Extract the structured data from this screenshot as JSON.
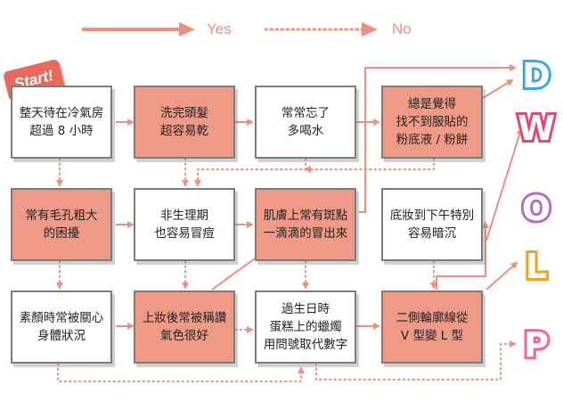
{
  "legend": {
    "yes": "Yes",
    "no": "No"
  },
  "start": "Start!",
  "nodes": {
    "n1": "整天待在冷氣房\n超過 8 小時",
    "n2": "洗完頭髮\n超容易乾",
    "n3": "常常忘了\n多喝水",
    "n4": "總是覺得\n找不到服貼的\n粉底液 / 粉餅",
    "n5": "常有毛孔粗大\n的困擾",
    "n6": "非生理期\n也容易冒痘",
    "n7": "肌膚上常有斑點\n一滴滴的冒出來",
    "n8": "底妝到下午特別\n容易暗沉",
    "n9": "素顏時常被關心\n身體狀況",
    "n10": "上妝後常被稱讚\n氣色很好",
    "n11": "過生日時\n蛋糕上的蠟燭\n用問號取代數字",
    "n12": "二側輪廓線從\nV 型變 L 型"
  },
  "results": [
    {
      "letter": "D",
      "color": "#3aa8e8"
    },
    {
      "letter": "W",
      "color": "#e04a6e"
    },
    {
      "letter": "O",
      "color": "#b46cc8"
    },
    {
      "letter": "L",
      "color": "#f2a21c"
    },
    {
      "letter": "P",
      "color": "#f2639a"
    }
  ],
  "colors": {
    "arrow": "#ee8e7c",
    "pink_box": "#ee9a87",
    "border": "#7b7b7b"
  }
}
